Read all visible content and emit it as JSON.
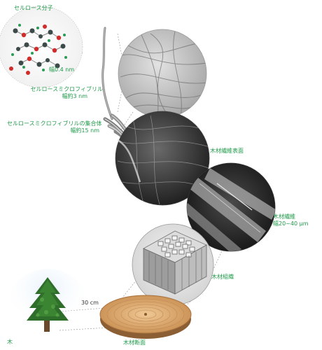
{
  "labels": {
    "cellulose_molecule": "セルロース分子",
    "molecule_width": "幅0.4 nm",
    "microfibril": "セルロースミクロフィブリル",
    "microfibril_width": "幅約3 nm",
    "microfibril_bundle": "セルロースミクロフィブリルの集合体",
    "bundle_width": "幅約15 nm",
    "fiber_surface": "木材繊維表面",
    "wood_fiber": "木材繊維",
    "fiber_width": "幅20~40 μm",
    "wood_tissue": "木材組織",
    "dimension": "30 cm",
    "tree": "木",
    "cross_section": "木材断面"
  },
  "colors": {
    "label_green": "#1f9a4a",
    "carbon_gray": "#3d4a4a",
    "oxygen_red": "#d32a2a",
    "hydrogen_green": "#2a9a55",
    "wood_tan": "#d8a26a",
    "foliage_green": "#2f6e2a"
  }
}
